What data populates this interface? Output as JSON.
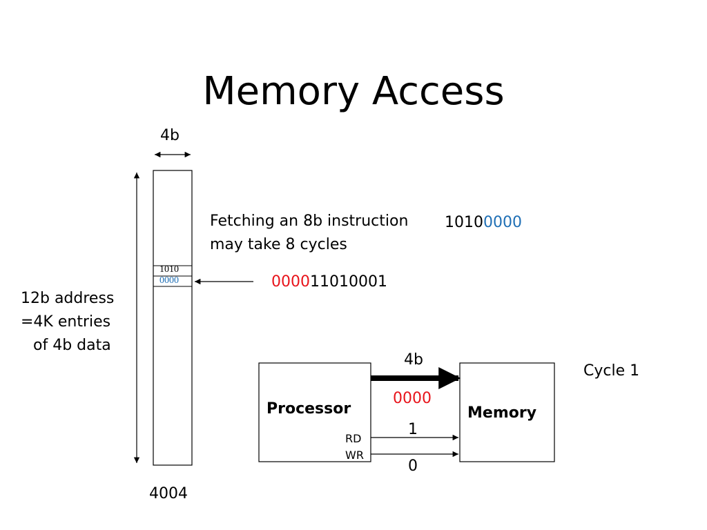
{
  "slide": {
    "title": "Memory Access",
    "width_label": "4b",
    "memory_column": {
      "entry_top": "1010",
      "entry_bottom": "0000",
      "bottom_address": "4004"
    },
    "address_note": {
      "line1": "12b address",
      "line2": "=4K entries",
      "line3": "of 4b data"
    },
    "fetch_note": {
      "line1": "Fetching an 8b instruction",
      "line2": "may take 8 cycles"
    },
    "instruction": {
      "prefix": "1010",
      "suffix": "0000"
    },
    "address_value": {
      "prefix": "0000",
      "suffix": "11010001"
    },
    "bus": {
      "processor_label": "Processor",
      "memory_label": "Memory",
      "data_width_label": "4b",
      "data_value": "0000",
      "rd_label": "RD",
      "wr_label": "WR",
      "rd_value": "1",
      "wr_value": "0"
    },
    "cycle_label": "Cycle 1",
    "colors": {
      "red": "#e8141b",
      "blue": "#1f6fb5"
    }
  }
}
